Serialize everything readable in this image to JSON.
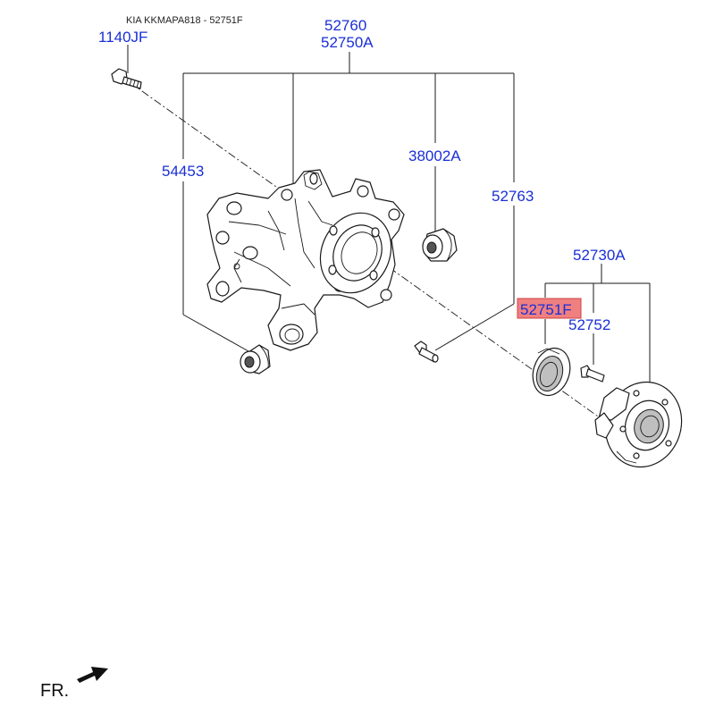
{
  "header": {
    "title": "KIA KKMAPA818 - 52751F"
  },
  "labels": {
    "bolt_1140JF": "1140JF",
    "knuckle_52760": "52760",
    "knuckle_52750A": "52750A",
    "bushing_54453": "54453",
    "bushing_38002A": "38002A",
    "bolt_52763": "52763",
    "hub_assy_52730A": "52730A",
    "cap_52751F": "52751F",
    "bolt_52752": "52752"
  },
  "highlight": {
    "part": "52751F",
    "fill_color": "#f08080",
    "border_color": "#d04040"
  },
  "colors": {
    "part_number_text": "#1a2fd6",
    "line_art": "#1a1a1a"
  },
  "footer": {
    "direction_label": "FR.",
    "direction_icon": "front-direction-arrow-icon"
  }
}
